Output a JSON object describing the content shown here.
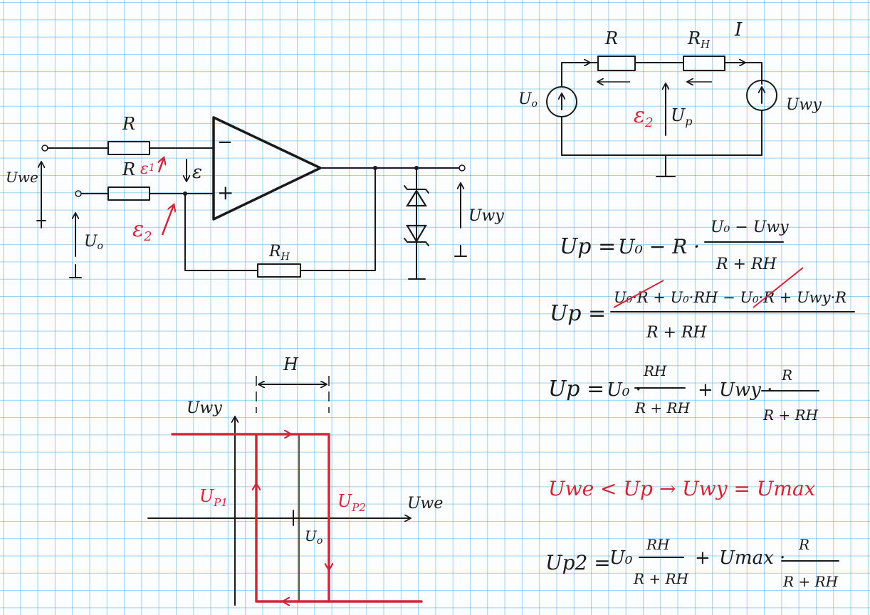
{
  "colors": {
    "ink": "#1a1a1a",
    "red": "#d1263a",
    "grid": "#5aaadc"
  },
  "circuit1": {
    "R_top": "R",
    "R_mid": "R",
    "R_H": "R",
    "R_H_sub": "H",
    "E1": "ε",
    "E1_sub": "1",
    "E": "ε",
    "E2": "ε",
    "E2_sub": "2",
    "minus": "−",
    "plus": "+",
    "Uwe": "Uwe",
    "U0": "U",
    "U0_sub": "o",
    "Uwy": "Uwy"
  },
  "circuit2": {
    "title": "I",
    "R": "R",
    "R_H": "R",
    "R_H_sub": "H",
    "U0": "U",
    "U0_sub": "o",
    "Uwy": "Uwy",
    "E2": "ε",
    "E2_sub": "2",
    "Up": "U",
    "Up_sub": "p"
  },
  "hysteresis": {
    "H": "H",
    "Uwy": "Uwy",
    "Uwe": "Uwe",
    "Up1": "U",
    "Up1_sub": "P1",
    "Up2": "U",
    "Up2_sub": "P2",
    "U0": "U",
    "U0_sub": "o"
  },
  "equations": {
    "eq1_lhs": "Up =",
    "eq1_rhs": "U₀ − R ·",
    "eq1_num": "U₀ − Uwy",
    "eq1_den": "R + RH",
    "eq2_lhs": "Up =",
    "eq2_num": "U₀·R + U₀·RH − U₀·R + Uwy·R",
    "eq2_den": "R + RH",
    "eq3_lhs": "Up =",
    "eq3_t1": "U₀ ·",
    "eq3_f1_num": "RH",
    "eq3_f1_den": "R + RH",
    "eq3_plus": "+",
    "eq3_t2": "Uwy ·",
    "eq3_f2_num": "R",
    "eq3_f2_den": "R + RH",
    "condition": "Uwe < Up → Uwy = Umax",
    "eq4_lhs": "Up2 =",
    "eq4_t1": "U₀",
    "eq4_f1_num": "RH",
    "eq4_f1_den": "R + RH",
    "eq4_plus": "+",
    "eq4_t2": "Umax ·",
    "eq4_f2_num": "R",
    "eq4_f2_den": "R + RH"
  }
}
